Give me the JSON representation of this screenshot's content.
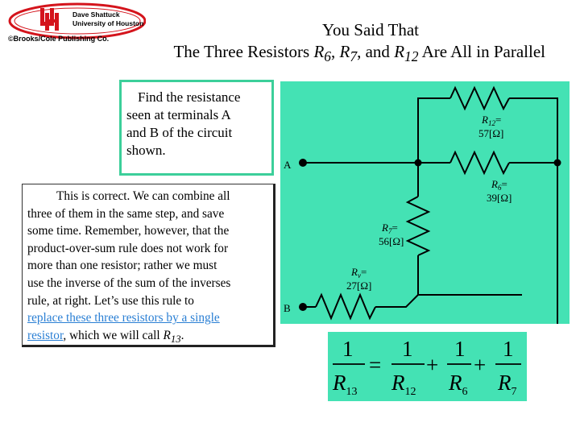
{
  "logo": {
    "name_line1": "Dave Shattuck",
    "name_line2": "University of Houston",
    "publisher": "©Brooks/Cole Publishing Co."
  },
  "title": {
    "line1": "You Said That",
    "line2_pre": "The Three Resistors ",
    "line2_mid1": ", ",
    "line2_mid2": ", and ",
    "line2_post": " Are All in Parallel",
    "r": "R",
    "sub6": "6",
    "sub7": "7",
    "sub12": "12"
  },
  "problem": {
    "line1": "Find the resistance",
    "line2": "seen at terminals A",
    "line3": "and B of the circuit",
    "line4": "shown."
  },
  "response": {
    "lines": [
      "This is correct.  We can combine all",
      "three of them in the same step, and save",
      "some time.  Remember, however, that the",
      "product-over-sum rule does not work for",
      "more than one resistor; rather we must",
      "use the inverse of the sum of the inverses",
      "rule, at right.  Let’s use this rule to"
    ],
    "link1": "replace these three resistors by a single",
    "link2": "resistor",
    "tail": ", which we will call ",
    "r13": "R",
    "r13_sub": "13",
    "end": "."
  },
  "circuit": {
    "terminal_a": "A",
    "terminal_b": "B",
    "r": "R",
    "r12_sub": "12",
    "r12_value": "57[Ω]",
    "r6_sub": "6",
    "r6_value": "39[Ω]",
    "r7_sub": "7",
    "r7_value": "56[Ω]",
    "rv_sub": "v",
    "rv_value": "27[Ω]",
    "eq": "="
  },
  "formula": {
    "one": "1",
    "r": "R",
    "sub13": "13",
    "sub12": "12",
    "sub6": "6",
    "sub7": "7",
    "equals": "=",
    "plus": "+"
  },
  "colors": {
    "accent_green": "#44e2b4",
    "box_border": "#3ccf9a",
    "logo_red": "#d4141c",
    "link_blue": "#2a7fd4"
  }
}
